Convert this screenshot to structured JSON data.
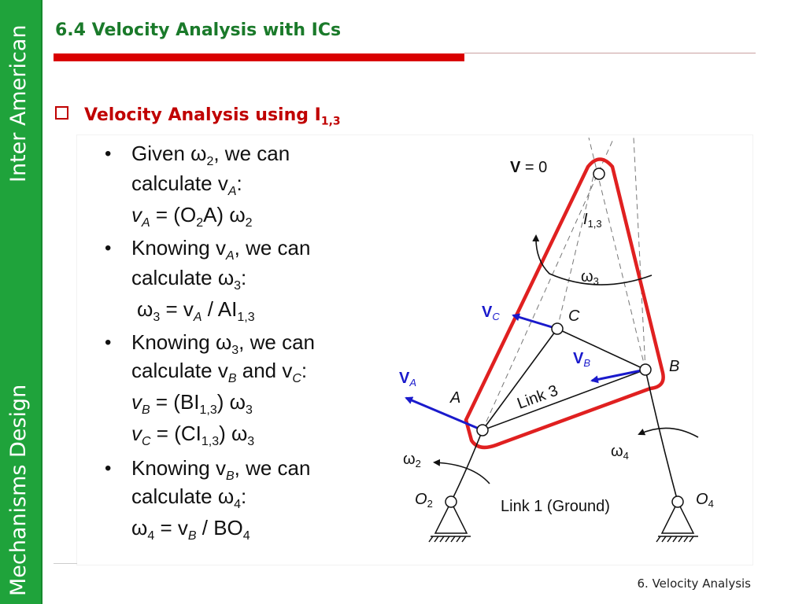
{
  "sidebar": {
    "brand_top": "Inter American",
    "brand_bottom": "Mechanisms Design",
    "color": "#1fa33b"
  },
  "header": {
    "title": "6.4 Velocity Analysis with ICs",
    "accent_color": "#d90000"
  },
  "section": {
    "heading_main": "Velocity Analysis using I",
    "heading_sub": "1,3",
    "bullet_icon": "hollow-square-bullet"
  },
  "bullets": {
    "b1": {
      "l1a": "Given ω",
      "l1s": "2",
      "l1b": ", we can",
      "l2a": "calculate v",
      "l2s": "A",
      "l2b": ":"
    },
    "eq1": {
      "a": "v",
      "s1": "A",
      "b": " = (O",
      "s2": "2",
      "c": "A) ω",
      "s3": "2"
    },
    "b2": {
      "l1a": "Knowing v",
      "l1s": "A",
      "l1b": ", we can",
      "l2a": "calculate ω",
      "l2s": "3",
      "l2b": ":"
    },
    "eq2": {
      "a": "ω",
      "s1": "3",
      "b": " = v",
      "s2": "A",
      "c": " / AI",
      "s3": "1,3"
    },
    "b3": {
      "l1a": "Knowing ω",
      "l1s": "3",
      "l1b": ", we can",
      "l2a": "calculate v",
      "l2s1": "B",
      "l2b": " and v",
      "l2s2": "C",
      "l2c": ":"
    },
    "eq3": {
      "a": "v",
      "s1": "B",
      "b": " = (BI",
      "s2": "1,3",
      "c": ") ω",
      "s3": "3"
    },
    "eq4": {
      "a": "v",
      "s1": "C",
      "b": " = (CI",
      "s2": "1,3",
      "c": ") ω",
      "s3": "3"
    },
    "b4": {
      "l1a": "Knowing v",
      "l1s": "B",
      "l1b": ", we can",
      "l2a": "calculate ω",
      "l2s": "4",
      "l2b": ":"
    },
    "eq5": {
      "a": "ω",
      "s1": "4",
      "b": " = v",
      "s2": "B",
      "c": " / BO",
      "s3": "4"
    }
  },
  "diagram": {
    "v_zero": {
      "a": "V",
      "b": " = 0"
    },
    "ic": {
      "a": "I",
      "s": "1,3"
    },
    "omega3": {
      "a": "ω",
      "s": "3"
    },
    "omega2": {
      "a": "ω",
      "s": "2"
    },
    "omega4": {
      "a": "ω",
      "s": "4"
    },
    "vc": {
      "a": "V",
      "s": "C"
    },
    "vb": {
      "a": "V",
      "s": "B"
    },
    "va": {
      "a": "V",
      "s": "A"
    },
    "point_a": "A",
    "point_b": "B",
    "point_c": "C",
    "link3": "Link 3",
    "ground": "Link 1 (Ground)",
    "o2": {
      "a": "O",
      "s": "2"
    },
    "o4": {
      "a": "O",
      "s": "4"
    },
    "colors": {
      "outline": "#e02020",
      "vector": "#1a1acc",
      "line": "#111111"
    }
  },
  "footer": {
    "label": "6. Velocity Analysis"
  }
}
